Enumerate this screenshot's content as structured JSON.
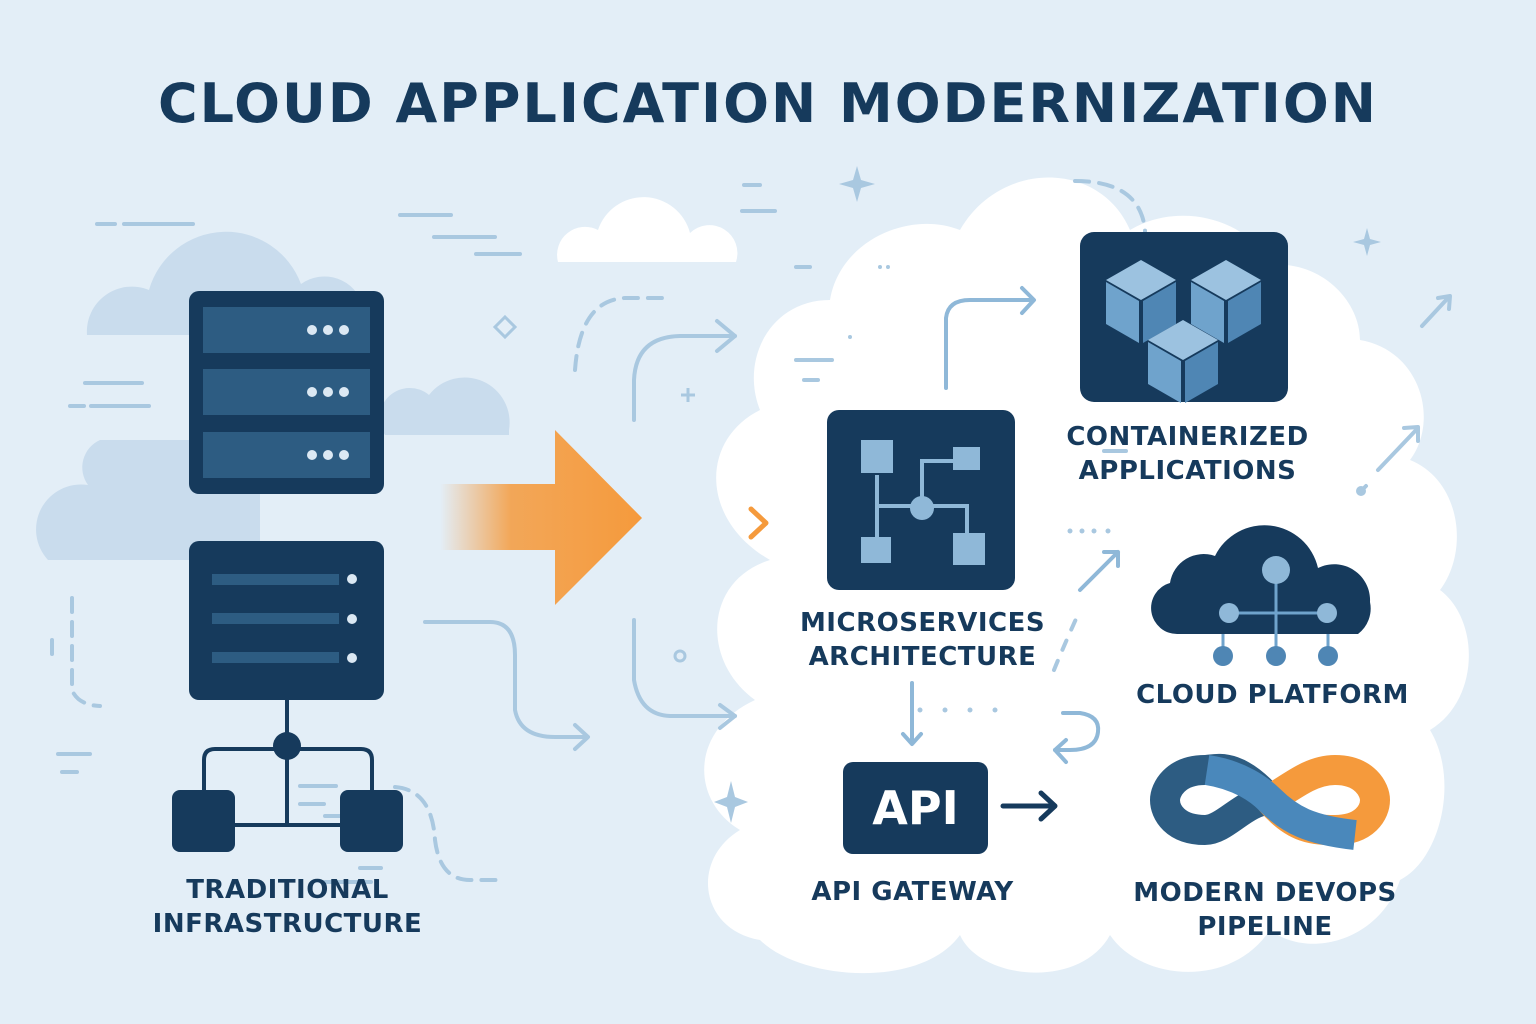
{
  "title": "CLOUD APPLICATION MODERNIZATION",
  "colors": {
    "background": "#e3eef7",
    "navy": "#163a5c",
    "panel_light": "#2d5c82",
    "accent_light_blue": "#8fb8d8",
    "orange": "#f59a3c",
    "white": "#ffffff",
    "decor": "#a9c8e0"
  },
  "source": {
    "label_lines": [
      "TRADITIONAL",
      "INFRASTRUCTURE"
    ],
    "icons": [
      "server-rack-icon",
      "server-list-icon",
      "network-topology-icon"
    ]
  },
  "transition": {
    "icon": "orange-arrow-icon"
  },
  "components": [
    {
      "id": "microservices",
      "label_lines": [
        "MICROSERVICES",
        "ARCHITECTURE"
      ],
      "icon": "microservices-diagram-icon"
    },
    {
      "id": "containers",
      "label_lines": [
        "CONTAINERIZED",
        "APPLICATIONS"
      ],
      "icon": "containers-cubes-icon"
    },
    {
      "id": "cloud-platform",
      "label_lines": [
        "CLOUD PLATFORM"
      ],
      "icon": "cloud-network-icon"
    },
    {
      "id": "api-gateway",
      "label_lines": [
        "API GATEWAY"
      ],
      "icon": "api-box-icon",
      "icon_text": "API"
    },
    {
      "id": "devops",
      "label_lines": [
        "MODERN DEVOPS",
        "PIPELINE"
      ],
      "icon": "infinity-loop-icon"
    }
  ]
}
